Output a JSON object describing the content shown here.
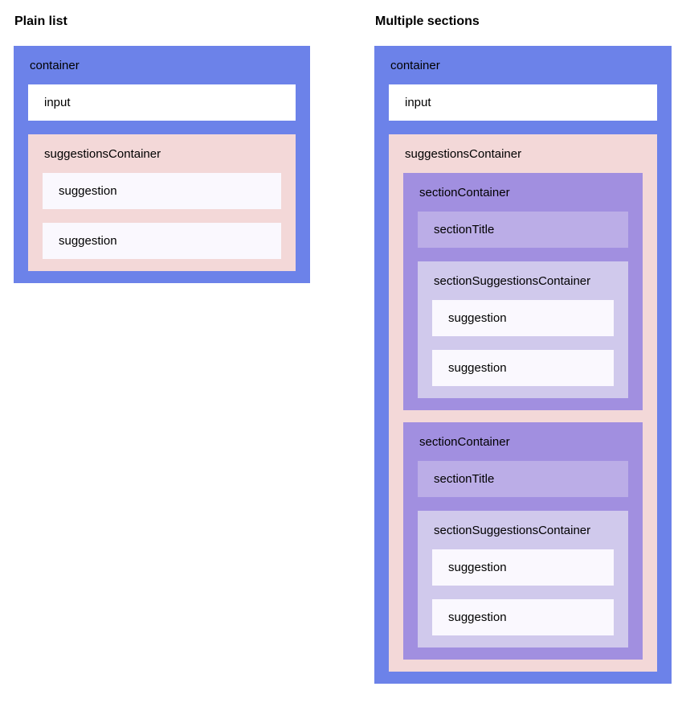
{
  "colors": {
    "container": "#6C82E9",
    "input": "#FFFFFF",
    "suggestions_container": "#F3D8D8",
    "suggestion": "#FAF8FE",
    "section_container": "#A18FE0",
    "section_title": "#BBADE7",
    "section_suggestions_container": "#D0C9EC",
    "text": "#000000",
    "background": "#FFFFFF"
  },
  "left_panel": {
    "title": "Plain list",
    "container_label": "container",
    "input_label": "input",
    "suggestions_container_label": "suggestionsContainer",
    "suggestions": [
      "suggestion",
      "suggestion"
    ]
  },
  "right_panel": {
    "title": "Multiple sections",
    "container_label": "container",
    "input_label": "input",
    "suggestions_container_label": "suggestionsContainer",
    "sections": [
      {
        "section_container_label": "sectionContainer",
        "section_title_label": "sectionTitle",
        "section_suggestions_container_label": "sectionSuggestionsContainer",
        "suggestions": [
          "suggestion",
          "suggestion"
        ]
      },
      {
        "section_container_label": "sectionContainer",
        "section_title_label": "sectionTitle",
        "section_suggestions_container_label": "sectionSuggestionsContainer",
        "suggestions": [
          "suggestion",
          "suggestion"
        ]
      }
    ]
  }
}
